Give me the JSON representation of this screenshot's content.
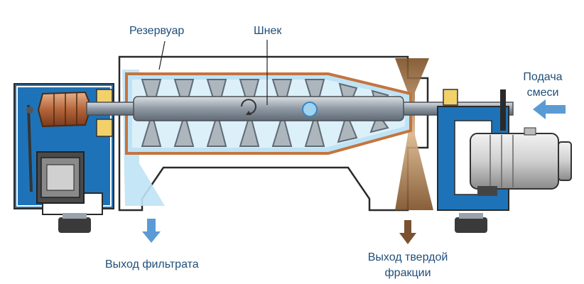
{
  "labels": {
    "reservoir": "Резервуар",
    "screw": "Шнек",
    "feed": "Подача\nсмеси",
    "filtrate_outlet": "Выход фильтрата",
    "solids_outlet": "Выход твердой\nфракции"
  },
  "colors": {
    "label_text": "#1f4e79",
    "support_blue": "#1e73b8",
    "outline": "#2a2a2a",
    "liquid_blue": "#bfe3f5",
    "bowl_orange": "#e0a070",
    "screw_steel": "#9aa3ab",
    "solids_brown": "#8b5a2b",
    "arrow_blue": "#5b9bd5",
    "arrow_brown": "#7a5230"
  },
  "icons": {
    "feed_arrow": "arrow-left-icon",
    "filtrate_arrow": "arrow-down-icon",
    "solids_arrow": "arrow-down-icon"
  }
}
